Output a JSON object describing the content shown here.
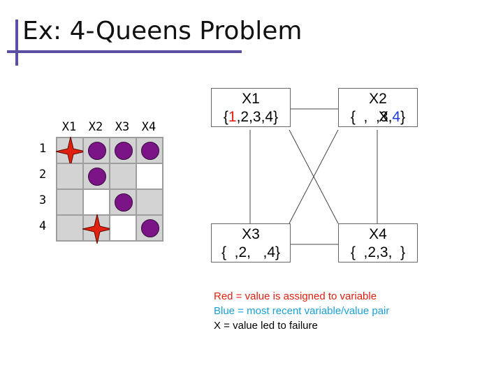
{
  "title": "Ex: 4-Queens Problem",
  "board": {
    "column_labels": [
      "X1",
      "X2",
      "X3",
      "X4"
    ],
    "row_labels": [
      "1",
      "2",
      "3",
      "4"
    ],
    "cells": [
      [
        "gray",
        "gray",
        "gray",
        "gray"
      ],
      [
        "gray",
        "gray",
        "gray",
        "white"
      ],
      [
        "gray",
        "white",
        "gray",
        "gray"
      ],
      [
        "gray",
        "gray",
        "white",
        "gray"
      ]
    ],
    "pieces": [
      {
        "row": 1,
        "col": 1,
        "kind": "assigned-queen",
        "color": "#e02010"
      },
      {
        "row": 1,
        "col": 2,
        "kind": "attacked",
        "color": "#7b1487"
      },
      {
        "row": 1,
        "col": 3,
        "kind": "attacked",
        "color": "#7b1487"
      },
      {
        "row": 1,
        "col": 4,
        "kind": "attacked",
        "color": "#7b1487"
      },
      {
        "row": 2,
        "col": 2,
        "kind": "attacked",
        "color": "#7b1487"
      },
      {
        "row": 3,
        "col": 3,
        "kind": "attacked",
        "color": "#7b1487"
      },
      {
        "row": 4,
        "col": 2,
        "kind": "assigned-queen",
        "color": "#e02010"
      },
      {
        "row": 4,
        "col": 4,
        "kind": "attacked",
        "color": "#7b1487"
      }
    ]
  },
  "variables": {
    "x1": {
      "name": "X1",
      "open": "{",
      "v1": "1",
      "rest": ",2,3,4}"
    },
    "x2": {
      "name": "X2",
      "pre": "{  ,  ,",
      "x_mark": "X",
      "struck": "3",
      "comma": ",",
      "v4": "4",
      "close": "}"
    },
    "x3": {
      "name": "X3",
      "domain": "{  ,2,   ,4}"
    },
    "x4": {
      "name": "X4",
      "domain": "{  ,2,3,  }"
    }
  },
  "legend": {
    "red_line": "Red = value is assigned to variable",
    "blue_line": "Blue = most recent variable/value pair",
    "x_line": "X = value led to failure"
  },
  "colors": {
    "red": "#e02010",
    "blue": "#1c3bd8",
    "queen": "#7b1487",
    "accent": "#5a4fa0"
  }
}
